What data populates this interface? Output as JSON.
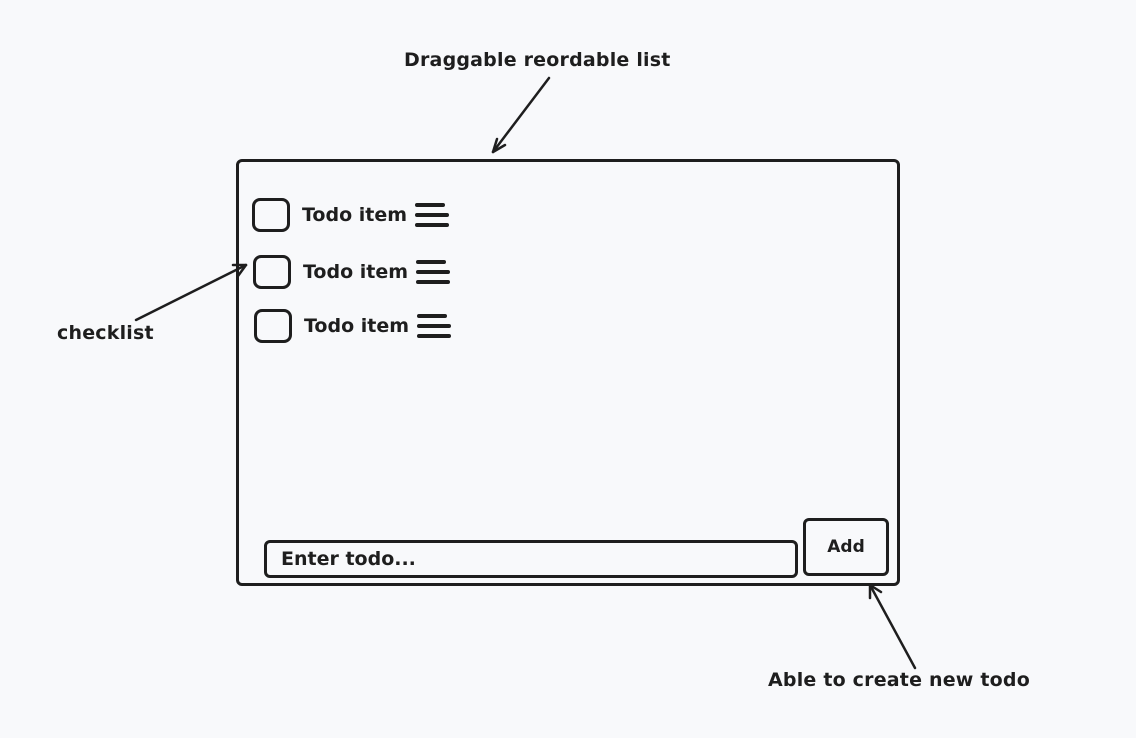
{
  "annotations": {
    "list_note": "Draggable reordable list",
    "checklist_note": "checklist",
    "create_note": "Able to create new todo"
  },
  "todo_list": {
    "items": [
      {
        "label": "Todo item",
        "checked": false
      },
      {
        "label": "Todo item",
        "checked": false
      },
      {
        "label": "Todo item",
        "checked": false
      }
    ]
  },
  "composer": {
    "input_placeholder": "Enter todo...",
    "add_label": "Add"
  },
  "colors": {
    "background": "#f8f9fb",
    "ink": "#1e1e1e"
  },
  "icons": {
    "row_handle": "drag-handle-icon",
    "pointer": "arrow-icon"
  }
}
